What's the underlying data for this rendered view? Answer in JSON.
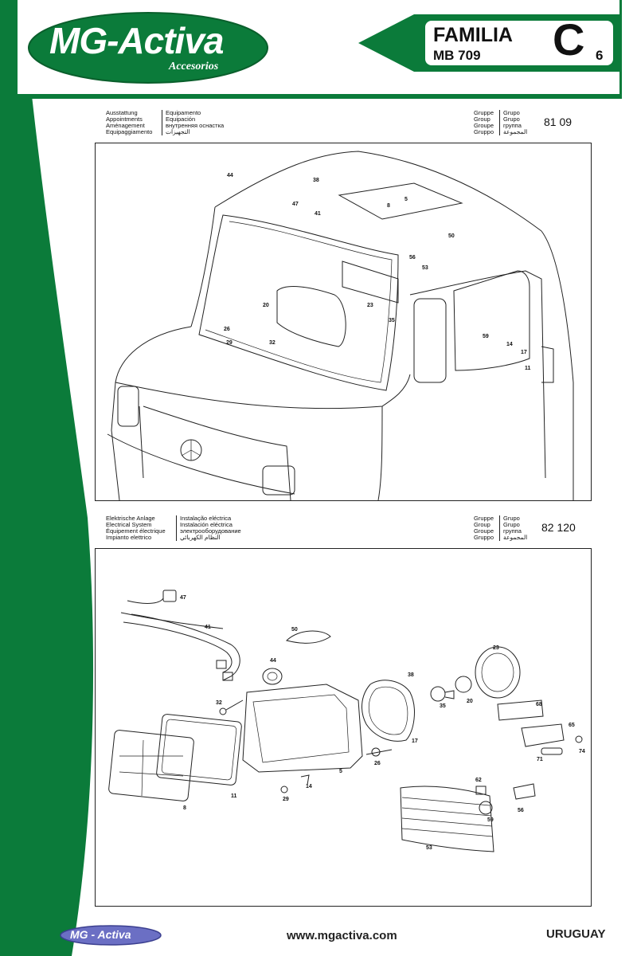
{
  "brand": {
    "logo_main": "MG-Activa",
    "logo_sub": "Accesorios",
    "footer_logo": "MG - Activa"
  },
  "familia_box": {
    "label": "FAMILIA",
    "model": "MB 709",
    "letter": "C",
    "page": "6"
  },
  "section1": {
    "left_labels": [
      "Ausstattung",
      "Appointments",
      "Aménagement",
      "Equipaggiamento"
    ],
    "right_labels": [
      "Equipamento",
      "Equipación",
      "внутренняя оснастка",
      "التجهيزات"
    ],
    "group_left": [
      "Gruppe",
      "Group",
      "Groupe",
      "Gruppo"
    ],
    "group_right": [
      "Grupo",
      "Grupo",
      "группа",
      "المجموعة"
    ],
    "group_number": "81 09",
    "callouts": [
      "44",
      "38",
      "47",
      "41",
      "8",
      "5",
      "50",
      "56",
      "53",
      "20",
      "23",
      "35",
      "26",
      "29",
      "32",
      "59",
      "14",
      "17",
      "11"
    ]
  },
  "section2": {
    "left_labels": [
      "Elektrische Anlage",
      "Electrical System",
      "Équipement électrique",
      "Impianto elettrico"
    ],
    "right_labels": [
      "Instalação eléctrica",
      "Instalación eléctrica",
      "электрооборудование",
      "النظام الكهربائي"
    ],
    "group_left": [
      "Gruppe",
      "Group",
      "Groupe",
      "Gruppo"
    ],
    "group_right": [
      "Grupo",
      "Grupo",
      "группа",
      "المجموعة"
    ],
    "group_number": "82 120",
    "callouts": [
      "47",
      "41",
      "50",
      "44",
      "32",
      "38",
      "23",
      "35",
      "20",
      "68",
      "17",
      "65",
      "74",
      "71",
      "26",
      "5",
      "14",
      "29",
      "11",
      "8",
      "62",
      "59",
      "56",
      "53"
    ]
  },
  "footer": {
    "website": "www.mgactiva.com",
    "country": "URUGUAY"
  },
  "colors": {
    "brand_green": "#0b7b3a",
    "dark_green": "#0a6a32"
  }
}
